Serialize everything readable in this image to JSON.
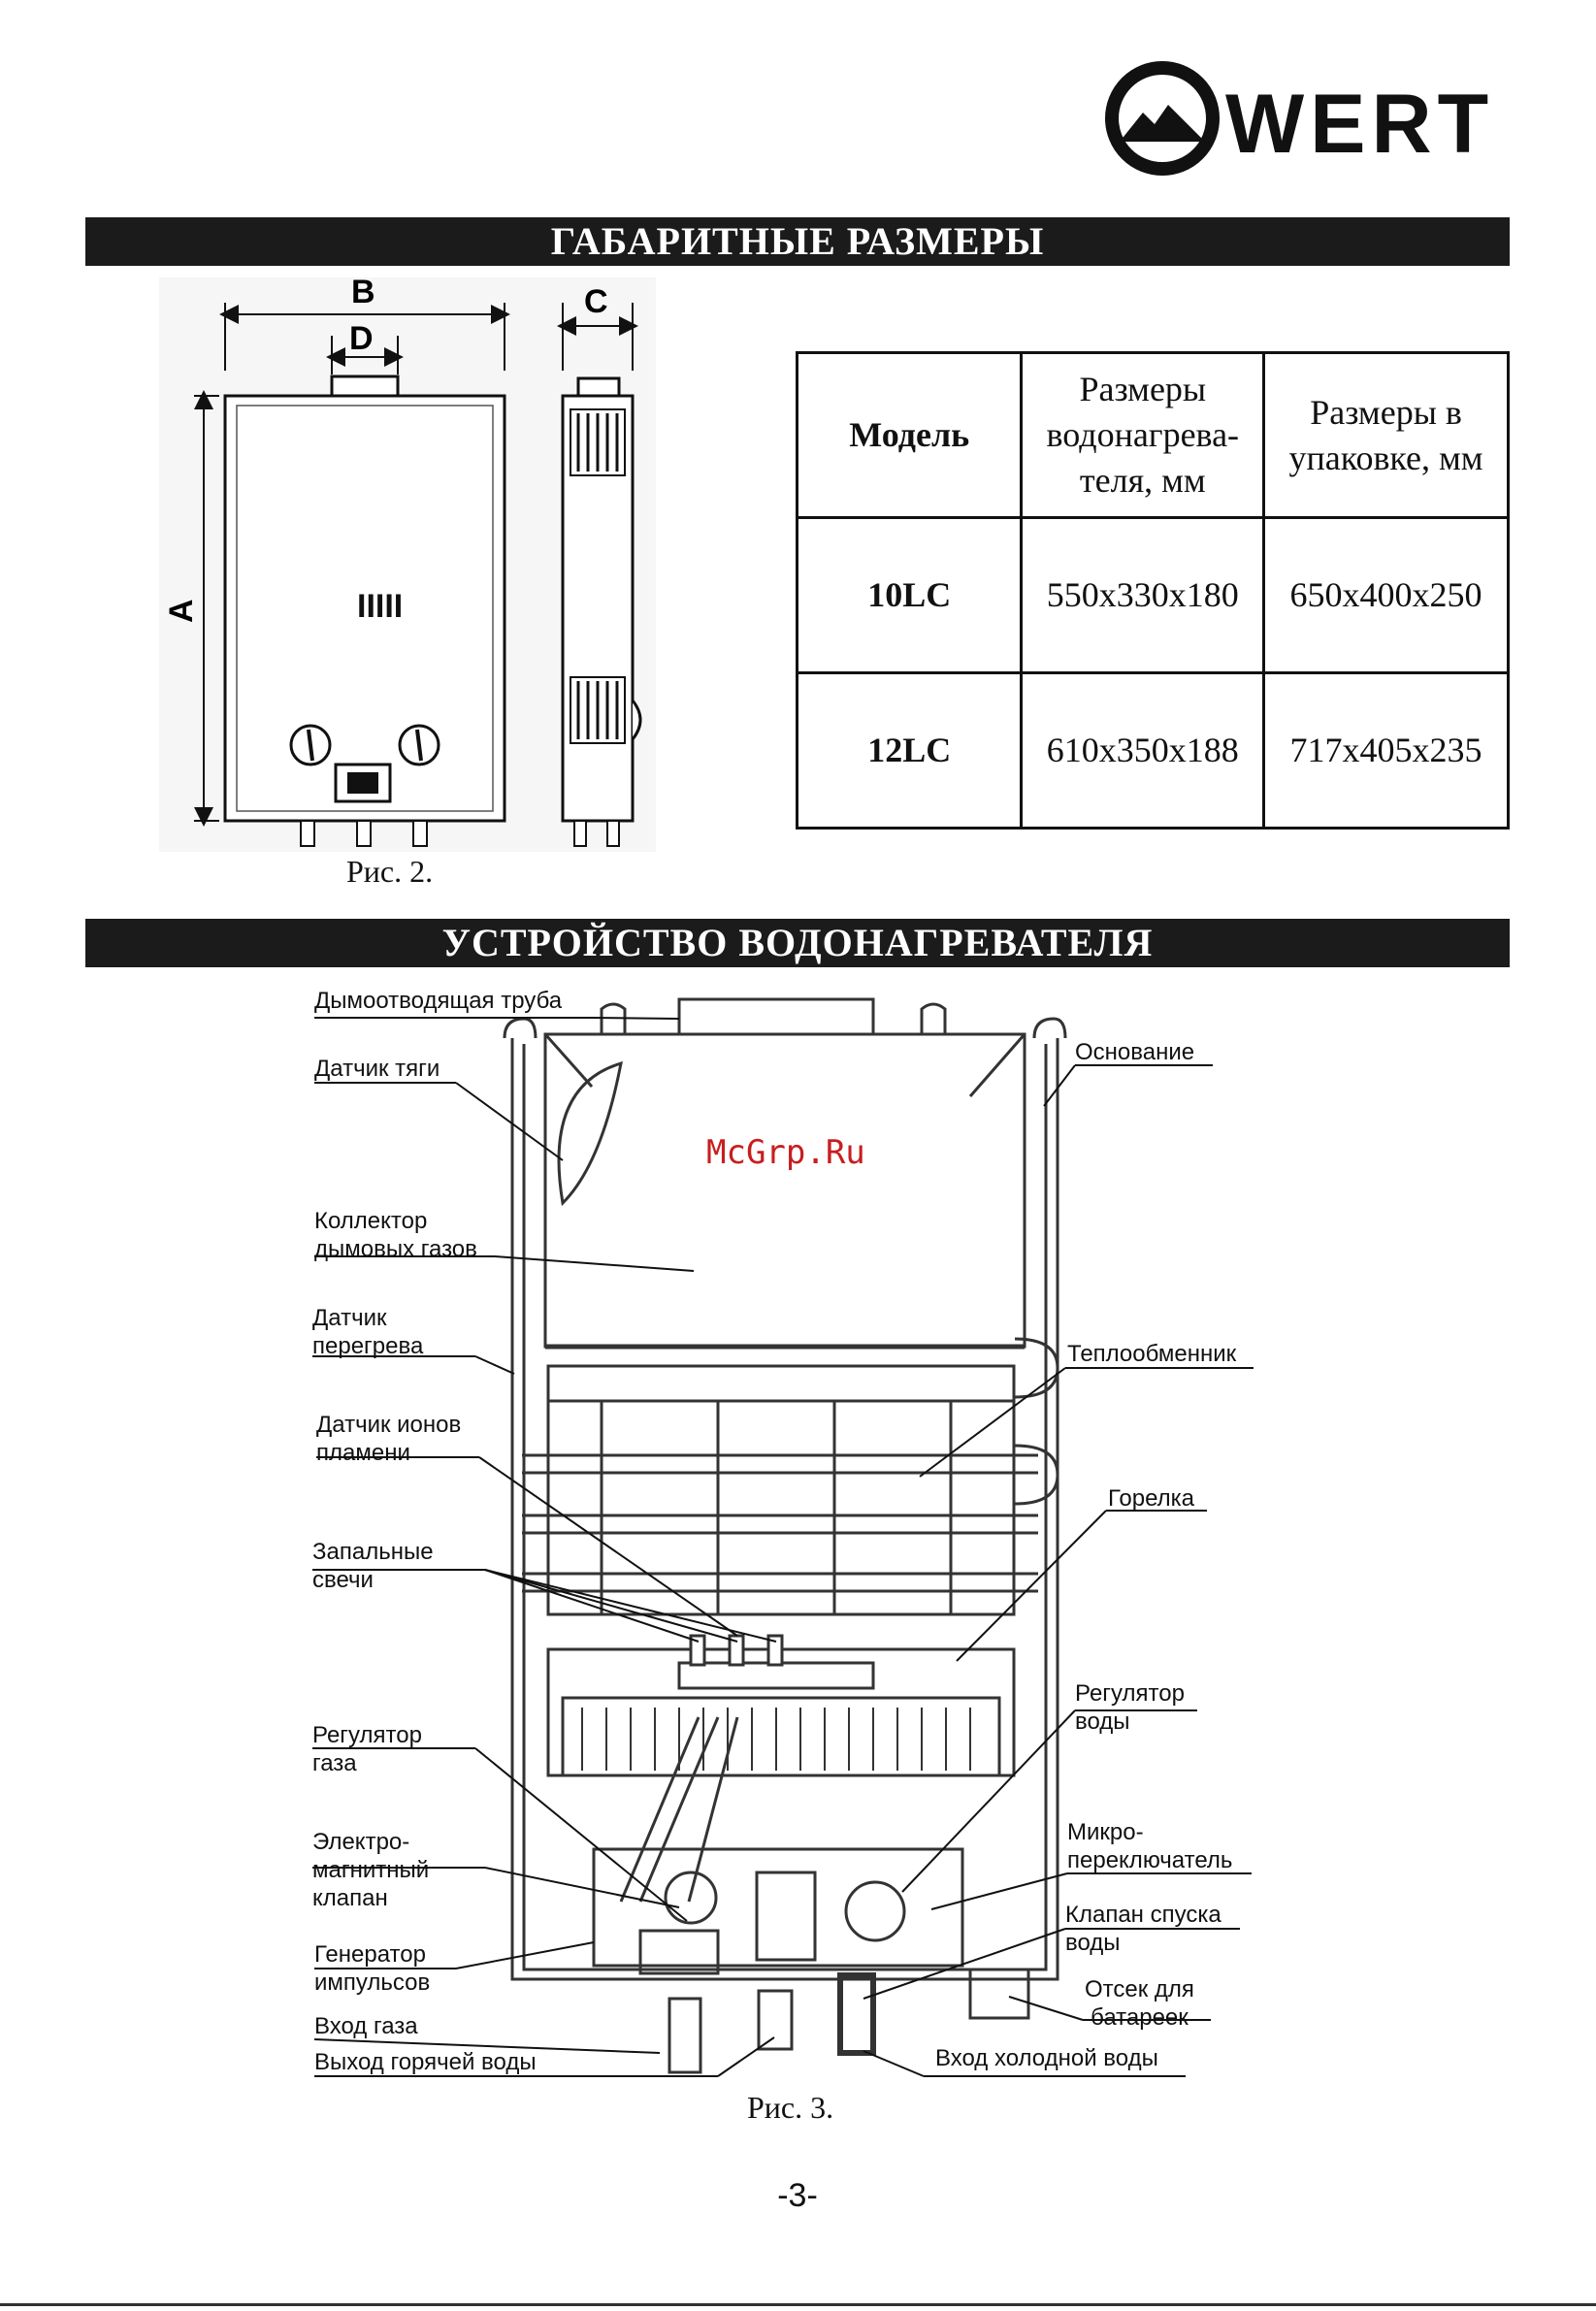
{
  "brand": {
    "name": "WERT"
  },
  "section1": {
    "title": "ГАБАРИТНЫЕ РАЗМЕРЫ"
  },
  "figure2": {
    "caption": "Рис. 2.",
    "dim_labels": {
      "a": "A",
      "b": "B",
      "c": "C",
      "d": "D"
    },
    "front_panel_mark": "IIIII"
  },
  "table": {
    "headers": [
      "Модель",
      "Размеры водонагрева-теля, мм",
      "Размеры в упаковке, мм"
    ],
    "rows": [
      {
        "model": "10LC",
        "heater": "550x330x180",
        "package": "650x400x250"
      },
      {
        "model": "12LC",
        "heater": "610x350x188",
        "package": "717x405x235"
      }
    ]
  },
  "section2": {
    "title": "УСТРОЙСТВО  ВОДОНАГРЕВАТЕЛЯ"
  },
  "figure3": {
    "caption": "Рис. 3.",
    "watermark": "McGrp.Ru",
    "labels": {
      "flue_pipe": "Дымоотводящая труба",
      "draft_sensor": "Датчик тяги",
      "base": "Основание",
      "collector_1": "Коллектор",
      "collector_2": "дымовых газов",
      "overheat_1": "Датчик",
      "overheat_2": "перегрева",
      "heat_exchanger": "Теплообменник",
      "ion_1": "Датчик ионов",
      "ion_2": "пламени",
      "burner": "Горелка",
      "plugs_1": "Запальные",
      "plugs_2": "свечи",
      "water_reg_1": "Регулятор",
      "water_reg_2": "воды",
      "gas_reg_1": "Регулятор",
      "gas_reg_2": "газа",
      "micro_1": "Микро-",
      "micro_2": "переключатель",
      "electro_1": "Электро-",
      "electro_2": "магнитный",
      "electro_3": "клапан",
      "drain_1": "Клапан спуска",
      "drain_2": "воды",
      "pulse_1": "Генератор",
      "pulse_2": "импульсов",
      "battery_1": "Отсек для",
      "battery_2": "батареек",
      "gas_in": "Вход газа",
      "hot_out": "Выход горячей воды",
      "cold_in": "Вход холодной воды"
    }
  },
  "page": {
    "number": "-3-"
  }
}
